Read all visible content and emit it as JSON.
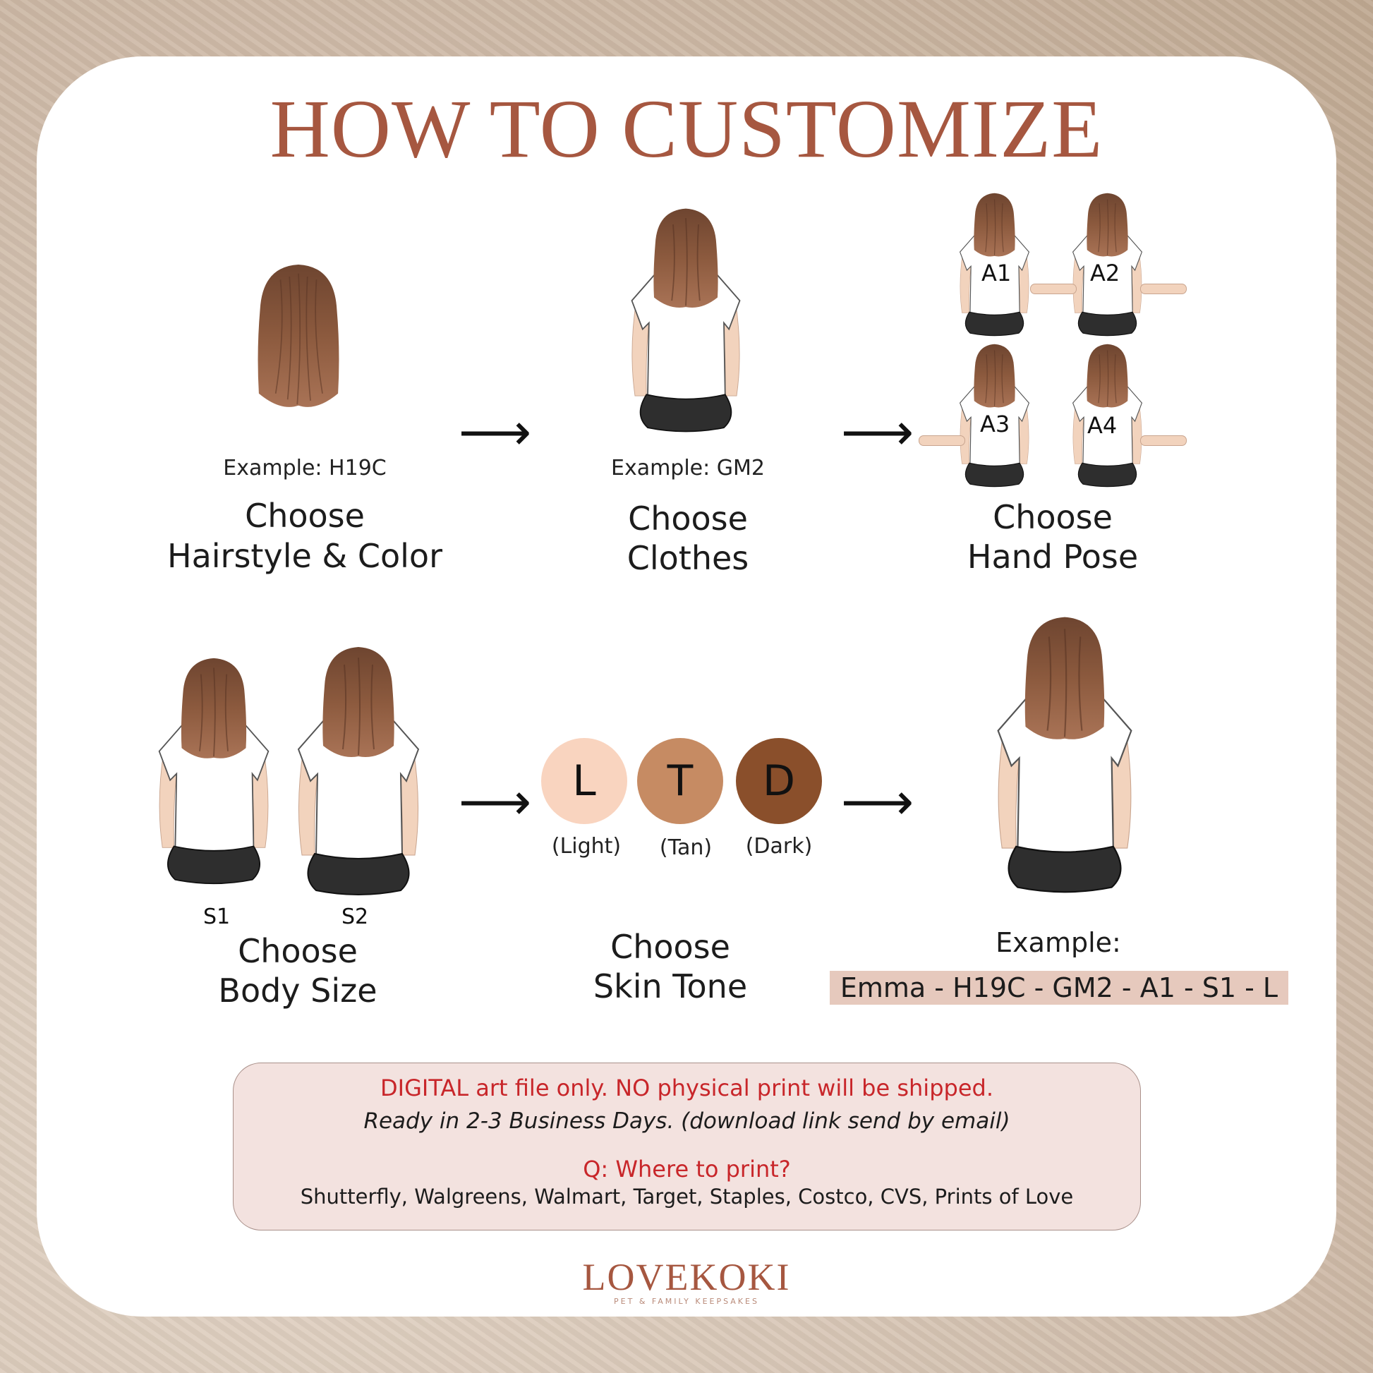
{
  "title": "HOW TO CUSTOMIZE",
  "steps": {
    "hairstyle": {
      "example": "Example: H19C",
      "line1": "Choose",
      "line2": "Hairstyle & Color"
    },
    "clothes": {
      "example": "Example: GM2",
      "line1": "Choose",
      "line2": "Clothes"
    },
    "hand_pose": {
      "line1": "Choose",
      "line2": "Hand Pose",
      "poses": [
        "A1",
        "A2",
        "A3",
        "A4"
      ]
    },
    "body_size": {
      "line1": "Choose",
      "line2": "Body Size",
      "sizes": [
        "S1",
        "S2"
      ]
    },
    "skin_tone": {
      "line1": "Choose",
      "line2": "Skin Tone",
      "tones": [
        {
          "letter": "L",
          "caption": "(Light)",
          "color": "#f9d4bf"
        },
        {
          "letter": "T",
          "caption": "(Tan)",
          "color": "#c68b63"
        },
        {
          "letter": "D",
          "caption": "(Dark)",
          "color": "#8a4f2b"
        }
      ]
    },
    "result": {
      "label": "Example:",
      "code": "Emma - H19C - GM2 - A1 - S1 - L"
    }
  },
  "arrow_glyph": "⟶",
  "notice": {
    "digital": "DIGITAL art file only. NO physical print will be shipped.",
    "ready": "Ready in 2-3 Business Days. (download link send by email)",
    "question": "Q:  Where to print?",
    "printers": "Shutterfly, Walgreens, Walmart, Target, Staples, Costco, CVS, Prints of Love"
  },
  "brand": {
    "name": "LOVEKOKI",
    "tagline": "PET & FAMILY KEEPSAKES"
  },
  "colors": {
    "accent": "#a65740",
    "notice_red": "#c8262a",
    "code_bg": "#e6c9bd"
  }
}
